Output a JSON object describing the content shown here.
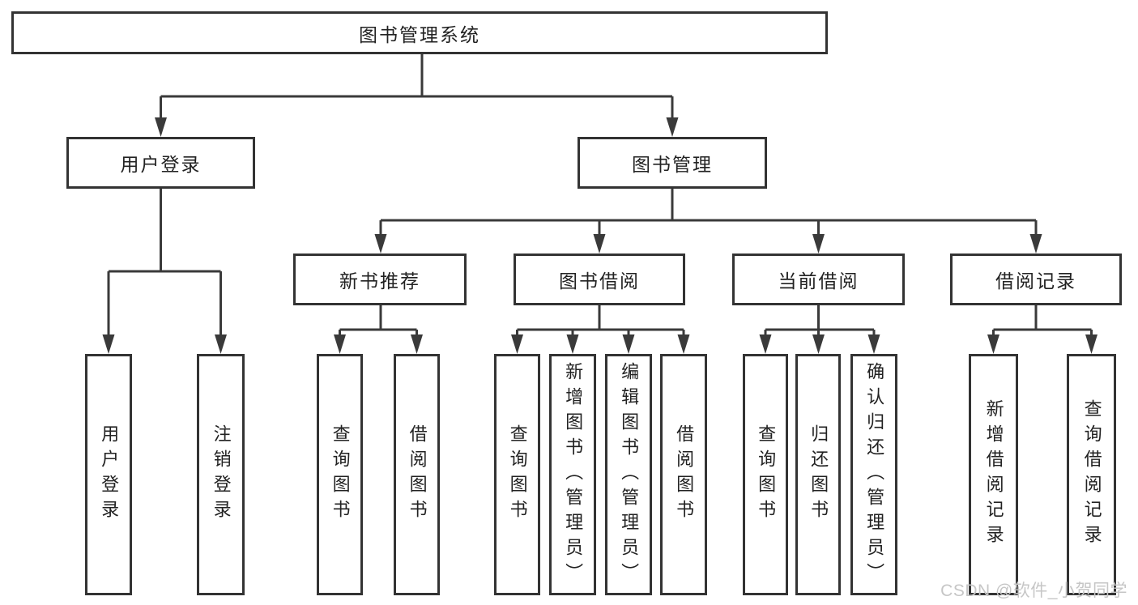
{
  "diagram": {
    "line_color": "#3a3a3a",
    "box_border_color": "#333333",
    "text_color": "#222222",
    "root": "图书管理系统",
    "level2": {
      "user_login": "用户登录",
      "book_management": "图书管理"
    },
    "level3": {
      "new_book_recommend": "新书推荐",
      "book_borrow": "图书借阅",
      "current_borrow": "当前借阅",
      "borrow_records": "借阅记录"
    },
    "leaves": {
      "user_login": [
        "用户登录",
        "注销登录"
      ],
      "new_book_recommend": [
        "查询图书",
        "借阅图书"
      ],
      "book_borrow": [
        "查询图书",
        "新增图书（管理员）",
        "编辑图书（管理员）",
        "借阅图书"
      ],
      "current_borrow": [
        "查询图书",
        "归还图书",
        "确认归还（管理员）"
      ],
      "borrow_records": [
        "新增借阅记录",
        "查询借阅记录"
      ]
    }
  },
  "watermark": {
    "text": "CSDN @软件_小贺同学",
    "color": "#c6c6c6"
  }
}
